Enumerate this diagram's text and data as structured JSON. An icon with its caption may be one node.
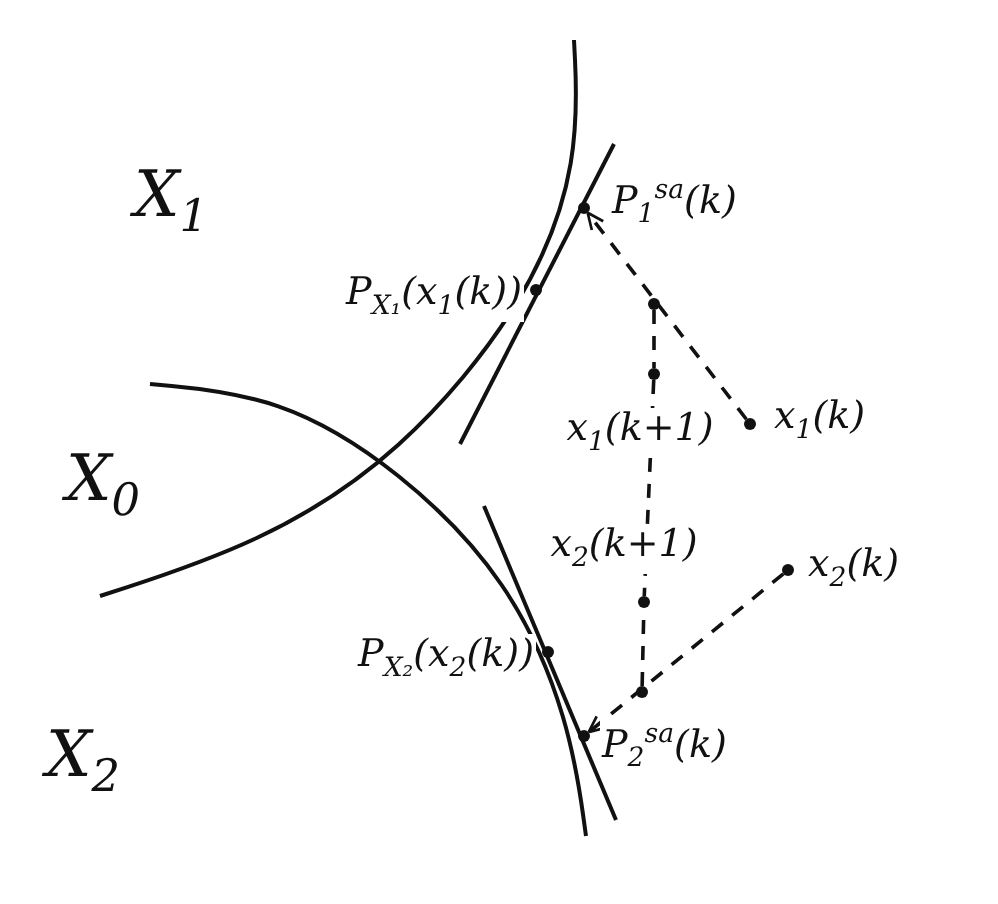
{
  "diagram": {
    "nodes": [
      {
        "text": [],
        "shape": "circle",
        "beside": [
          "P$_{1}$$^{sa}$(k)"
        ]
      },
      {
        "text": [],
        "shape": "circle",
        "beside": [
          "P$_{X₁}$(x$_{1}$(k))"
        ]
      },
      {
        "text": [],
        "shape": "circle"
      },
      {
        "text": [],
        "shape": "circle",
        "beside": [
          "x$_{1}$(k+1)"
        ]
      },
      {
        "text": [],
        "shape": "circle",
        "beside": [
          "x$_{1}$(k)"
        ]
      },
      {
        "text": [],
        "shape": "circle",
        "beside": [
          "x$_{2}$(k)"
        ]
      },
      {
        "text": [],
        "shape": "circle",
        "beside": [
          "x$_{2}$(k+1)"
        ]
      },
      {
        "text": [],
        "shape": "circle",
        "beside": [
          "P$_{X₂}$(x$_{2}$(k))"
        ]
      },
      {
        "text": [],
        "shape": "circle"
      },
      {
        "text": [],
        "shape": "circle",
        "beside": [
          "P$_{2}$$^{sa}$(k)"
        ]
      }
    ],
    "edges": [
      {
        "from": 4,
        "to": 0,
        "arrow": "to",
        "style": "dashed"
      },
      {
        "from": 2,
        "to": 3,
        "arrow": "none",
        "style": "dashed"
      },
      {
        "from": 3,
        "to": 6,
        "arrow": "none",
        "style": "dashed"
      },
      {
        "from": 5,
        "to": 9,
        "arrow": "to",
        "style": "dashed"
      },
      {
        "from": 8,
        "to": 6,
        "arrow": "none",
        "style": "dashed"
      }
    ],
    "labels": [
      "X$_{1}$",
      "X$_{0}$",
      "X$_{2}$"
    ]
  }
}
